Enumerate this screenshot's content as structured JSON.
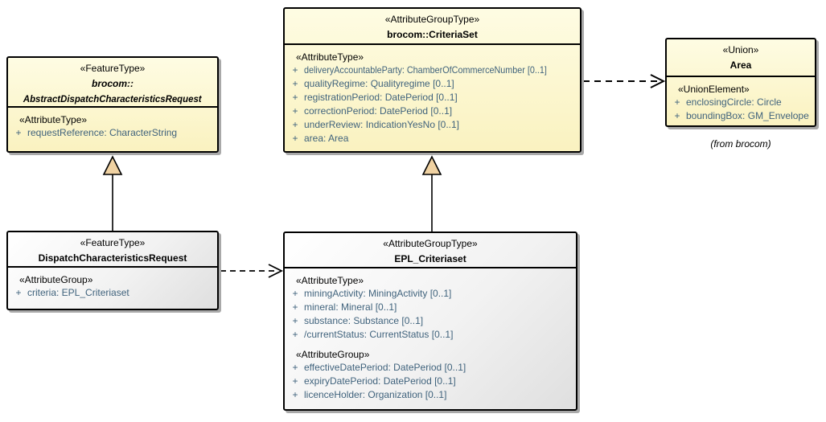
{
  "diagram": {
    "visibility_prefix": "+",
    "colors": {
      "class_fill_yellow_top": "#FEFCE3",
      "class_fill_yellow_bottom": "#FAF2C0",
      "class_fill_grey_top": "#FFFFFF",
      "class_fill_grey_bottom": "#DFDFDF",
      "border": "#000000",
      "shadow": "#A9A9A9",
      "attribute_text": "#3F627C",
      "generalization_arrowhead_fill": "#F0D2A2"
    },
    "classes": {
      "abstract": {
        "stereotype": "«FeatureType»",
        "name_line1": "brocom::",
        "name_line2": "AbstractDispatchCharacteristicsRequest",
        "sections": {
          "s0": {
            "label": "«AttributeType»",
            "attrs": [
              "requestReference: CharacterString"
            ]
          }
        }
      },
      "criteriaset": {
        "stereotype": "«AttributeGroupType»",
        "name": "brocom::CriteriaSet",
        "sections": {
          "s0": {
            "label": "«AttributeType»",
            "attrs": [
              "deliveryAccountableParty: ChamberOfCommerceNumber [0..1]",
              "qualityRegime: Qualityregime [0..1]",
              "registrationPeriod: DatePeriod [0..1]",
              "correctionPeriod: DatePeriod [0..1]",
              "underReview: IndicationYesNo [0..1]",
              "area: Area"
            ]
          }
        }
      },
      "area": {
        "stereotype": "«Union»",
        "name": "Area",
        "note": "(from brocom)",
        "sections": {
          "s0": {
            "label": "«UnionElement»",
            "attrs": [
              "enclosingCircle: Circle",
              "boundingBox: GM_Envelope"
            ]
          }
        }
      },
      "dispatch": {
        "stereotype": "«FeatureType»",
        "name": "DispatchCharacteristicsRequest",
        "sections": {
          "s0": {
            "label": "«AttributeGroup»",
            "attrs": [
              "criteria: EPL_Criteriaset"
            ]
          }
        }
      },
      "epl": {
        "stereotype": "«AttributeGroupType»",
        "name": "EPL_Criteriaset",
        "sections": {
          "s0": {
            "label": "«AttributeType»",
            "attrs": [
              "miningActivity: MiningActivity [0..1]",
              "mineral: Mineral [0..1]",
              "substance: Substance [0..1]",
              "/currentStatus: CurrentStatus [0..1]"
            ]
          },
          "s1": {
            "label": "«AttributeGroup»",
            "attrs": [
              "effectiveDatePeriod: DatePeriod [0..1]",
              "expiryDatePeriod: DatePeriod [0..1]",
              "licenceHolder: Organization [0..1]"
            ]
          }
        }
      }
    }
  }
}
